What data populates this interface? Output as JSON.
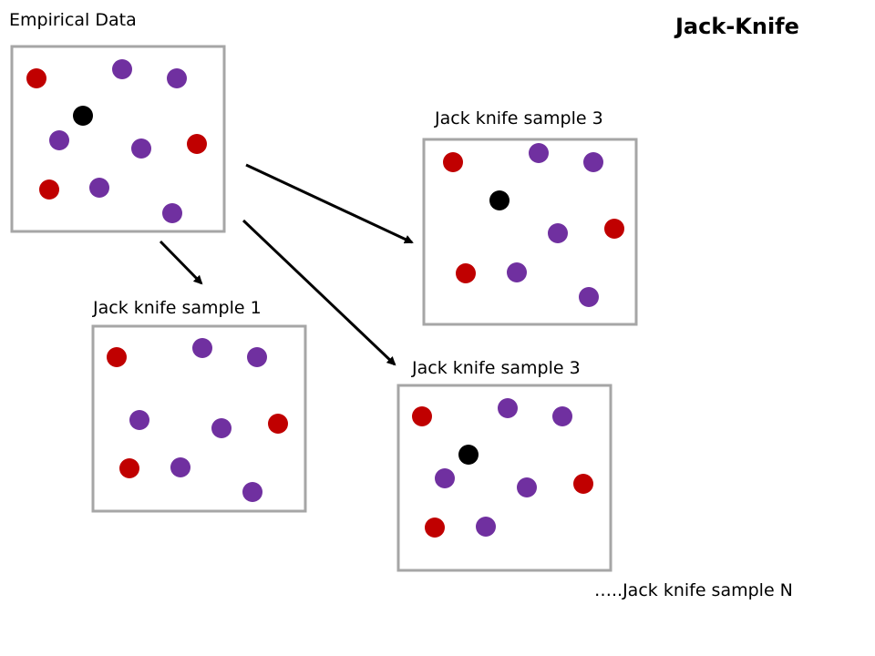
{
  "title": "Jack-Knife",
  "labels": {
    "empirical": "Empirical Data",
    "sample_1": "Jack knife sample 1",
    "sample_top_right": "Jack knife sample 3",
    "sample_bottom_right": "Jack knife sample 3",
    "sample_n": "…..Jack knife sample N"
  },
  "colors": {
    "red": "#c00000",
    "purple": "#7030a0",
    "black": "#000000",
    "box_border": "#a6a6a6"
  },
  "points": {
    "empirical": [
      "red",
      "purple",
      "purple",
      "black",
      "purple",
      "purple",
      "red",
      "red",
      "purple",
      "purple"
    ],
    "sample_1": [
      "red",
      "purple",
      "purple",
      "purple",
      "purple",
      "red",
      "red",
      "purple",
      "purple"
    ],
    "sample_top_right": [
      "red",
      "purple",
      "purple",
      "black",
      "purple",
      "red",
      "red",
      "purple",
      "purple"
    ],
    "sample_bottom_right": [
      "red",
      "purple",
      "purple",
      "black",
      "purple",
      "purple",
      "red",
      "red",
      "purple"
    ]
  }
}
